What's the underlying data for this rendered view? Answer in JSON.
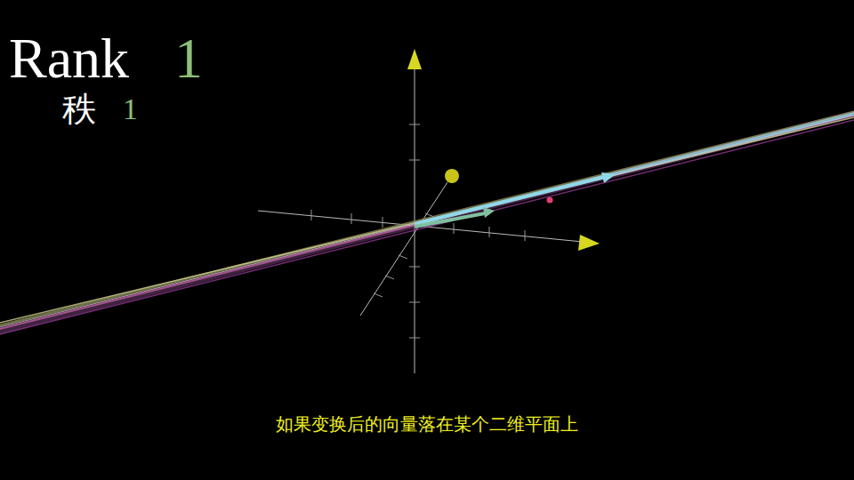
{
  "diagram": {
    "caption": "如果变换后的向量落在某个二维平面上",
    "labels": [
      "Rank",
      "1",
      "秩",
      "1"
    ]
  }
}
